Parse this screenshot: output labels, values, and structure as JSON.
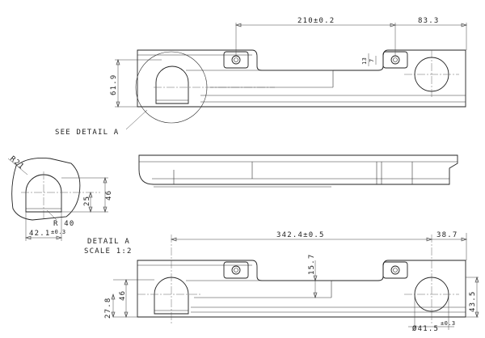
{
  "top_view": {
    "dim_center_spacing": "210±0.2",
    "dim_end_offset": "83.3",
    "dim_slot_height": "13",
    "dim_slot_width": "7",
    "dim_height": "61.9",
    "detail_callout": "SEE DETAIL  A"
  },
  "detail_view": {
    "radius_outer": "R21",
    "dim_height": "46",
    "dim_center_height": "25",
    "radius_inner": "R 40",
    "dim_width": "42.1",
    "dim_width_tol": "±0.3",
    "title": "DETAIL  A",
    "scale": "SCALE  1:2"
  },
  "bottom_view": {
    "dim_overall": "342.4±0.5",
    "dim_end": "38.7",
    "dim_step": "15.7",
    "dim_height_46": "46",
    "dim_height_27": "27.8",
    "dim_height_43": "43.5",
    "dim_diameter": "Ø41.5",
    "dim_diameter_tol": "±0.3"
  }
}
